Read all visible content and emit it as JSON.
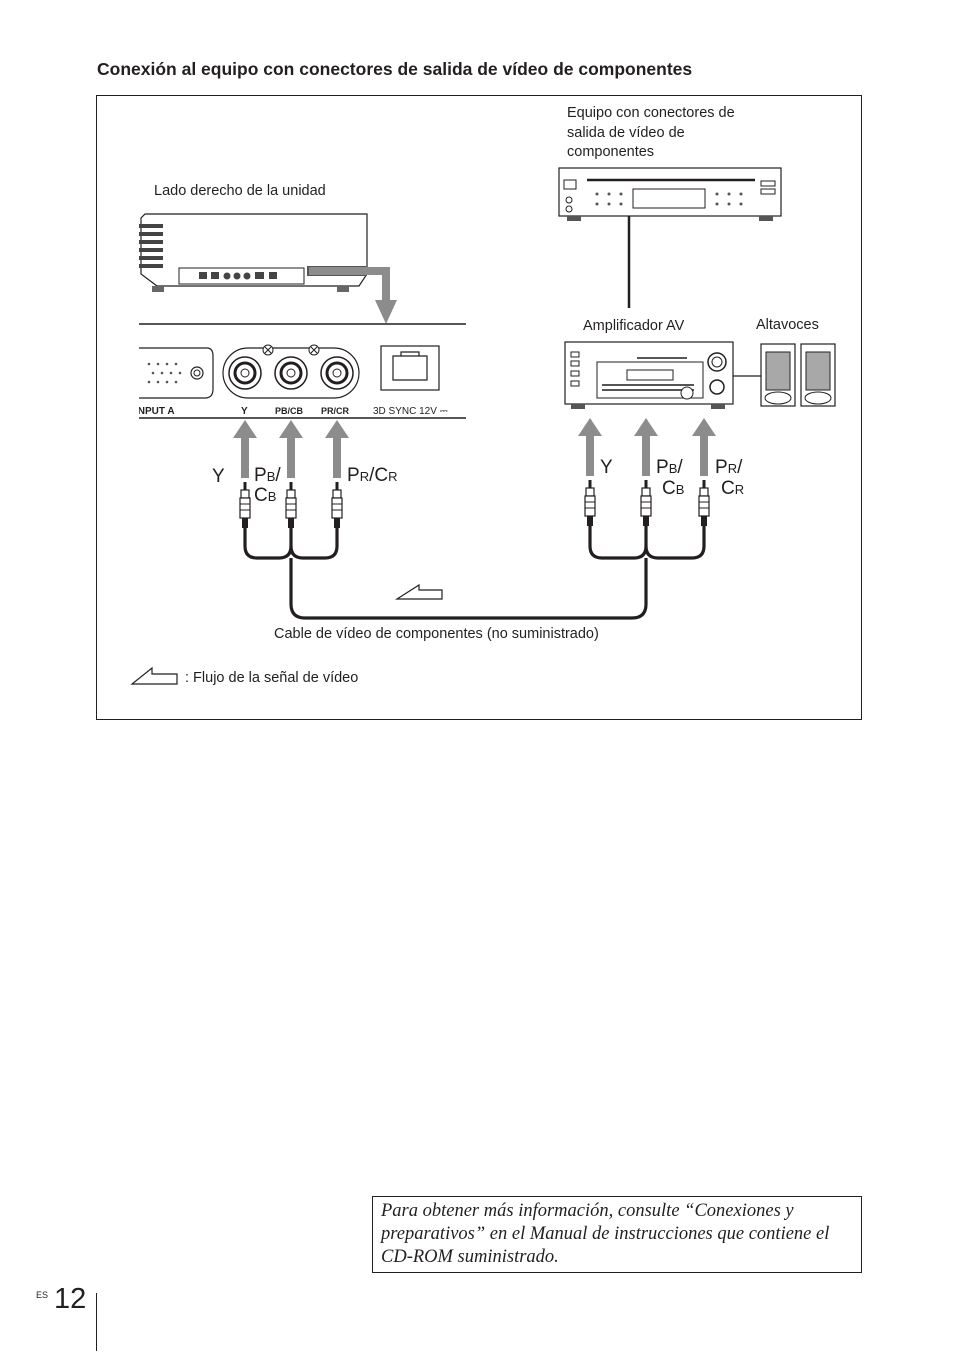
{
  "title": "Conexión al equipo con conectores de salida de vídeo de componentes",
  "labels": {
    "unit_side": "Lado derecho de la unidad",
    "equipment_line1": "Equipo con conectores de",
    "equipment_line2": "salida de vídeo de",
    "equipment_line3": "componentes",
    "amplifier": "Amplificador AV",
    "speakers": "Altavoces",
    "cable": "Cable de vídeo de componentes (no suministrado)",
    "legend": ": Flujo de la señal de vídeo"
  },
  "panel": {
    "input": "INPUT A",
    "y": "Y",
    "pb": "PB/CB",
    "pr": "PR/CR",
    "sync": "3D SYNC 12V ⎓"
  },
  "connectors": {
    "y": "Y",
    "p": "P",
    "c": "C",
    "b": "B",
    "r": "R",
    "slash": "/"
  },
  "note": "Para obtener más información, consulte “Conexiones y preparativos” en el Manual de instrucciones que contiene el CD-ROM suministrado.",
  "footer": {
    "lang": "ES",
    "page": "12"
  }
}
